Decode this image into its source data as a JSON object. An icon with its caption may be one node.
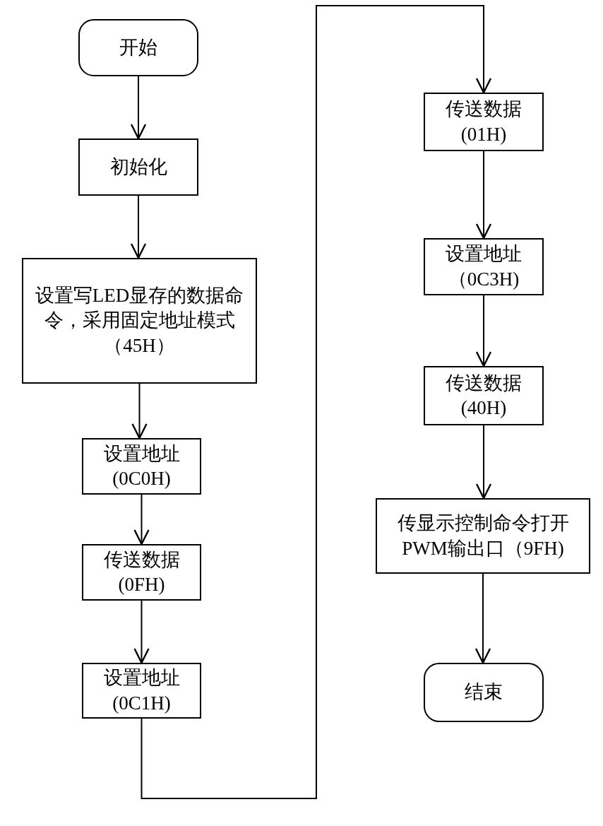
{
  "diagram": {
    "nodes": [
      {
        "text": [
          "开始"
        ]
      },
      {
        "text": [
          "初始化"
        ]
      },
      {
        "text": [
          "设置写LED显存的数据命令，采用固定地址模式（45H）"
        ]
      },
      {
        "text": [
          "设置地址 (0C0H)"
        ]
      },
      {
        "text": [
          "传送数据 (0FH)"
        ]
      },
      {
        "text": [
          "设置地址 (0C1H)"
        ]
      },
      {
        "text": [
          "传送数据 (01H)"
        ]
      },
      {
        "text": [
          "设置地址（0C3H)"
        ]
      },
      {
        "text": [
          "传送数据 (40H)"
        ]
      },
      {
        "text": [
          "传显示控制命令打开PWM输出口（9FH)"
        ]
      },
      {
        "text": [
          "结束"
        ]
      }
    ],
    "edges": [
      {
        "from": 0,
        "to": 1,
        "arrow": "to"
      },
      {
        "from": 1,
        "to": 2,
        "arrow": "to"
      },
      {
        "from": 2,
        "to": 3,
        "arrow": "to"
      },
      {
        "from": 3,
        "to": 4,
        "arrow": "to"
      },
      {
        "from": 4,
        "to": 5,
        "arrow": "to"
      },
      {
        "from": 5,
        "to": 6,
        "arrow": "to"
      },
      {
        "from": 6,
        "to": 7,
        "arrow": "to"
      },
      {
        "from": 7,
        "to": 8,
        "arrow": "to"
      },
      {
        "from": 8,
        "to": 9,
        "arrow": "to"
      },
      {
        "from": 9,
        "to": 10,
        "arrow": "to"
      }
    ]
  }
}
